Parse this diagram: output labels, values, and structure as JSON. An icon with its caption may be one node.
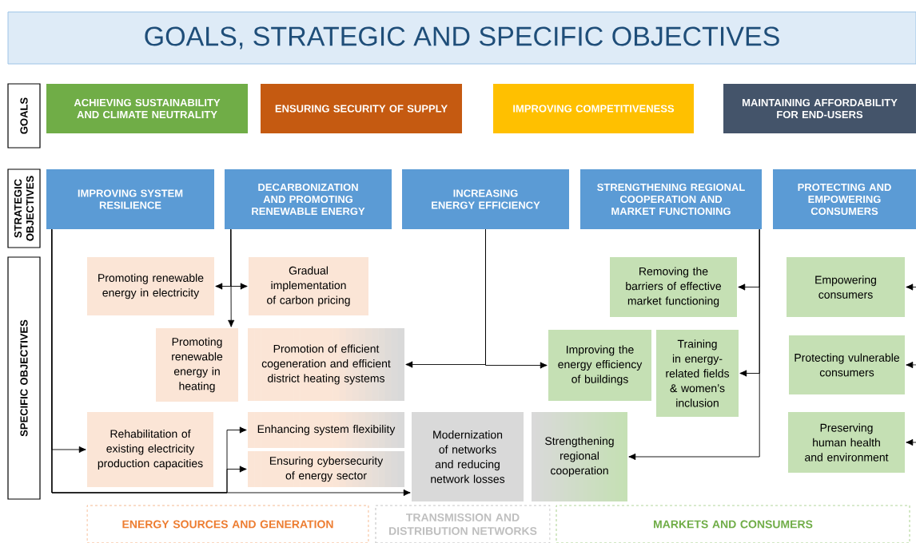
{
  "diagram": {
    "title": "GOALS, STRATEGIC AND SPECIFIC OBJECTIVES",
    "nodes": [
      {
        "text": [
          "GOALS"
        ]
      },
      {
        "text": [
          "ACHIEVING SUSTAINABILITY AND CLIMATE NEUTRALITY"
        ]
      },
      {
        "text": [
          "ENSURING SECURITY OF SUPPLY"
        ]
      },
      {
        "text": [
          "IMPROVING COMPETITIVENESS"
        ]
      },
      {
        "text": [
          "MAINTAINING AFFORDABILITY FOR END-USERS"
        ]
      },
      {
        "text": [
          "STRATEGIC OBJECTIVES"
        ]
      },
      {
        "text": [
          "IMPROVING SYSTEM RESILIENCE"
        ]
      },
      {
        "text": [
          "DECARBONIZATION AND PROMOTING RENEWABLE ENERGY"
        ]
      },
      {
        "text": [
          "INCREASING ENERGY EFFICIENCY"
        ]
      },
      {
        "text": [
          "STRENGTHENING REGIONAL COOPERATION AND MARKET FUNCTIONING"
        ]
      },
      {
        "text": [
          "PROTECTING AND EMPOWERING CONSUMERS"
        ]
      },
      {
        "text": [
          "SPECIFIC OBJECTIVES"
        ]
      },
      {
        "text": [
          "Promoting renewable energy in electricity"
        ]
      },
      {
        "text": [
          "Gradual implementation of carbon pricing"
        ]
      },
      {
        "text": [
          "Promoting renewable energy in heating"
        ]
      },
      {
        "text": [
          "Promotion of efficient cogeneration and efficient district heating systems"
        ]
      },
      {
        "text": [
          "Rehabilitation of existing electricity production capacities"
        ]
      },
      {
        "text": [
          "Enhancing system flexibility"
        ]
      },
      {
        "text": [
          "Ensuring cybersecurity of energy sector"
        ]
      },
      {
        "text": [
          "Modernization of networks and reducing network losses"
        ]
      },
      {
        "text": [
          "Strengthening regional cooperation"
        ]
      },
      {
        "text": [
          "Removing the barriers of effective market functioning"
        ]
      },
      {
        "text": [
          "Improving the energy efficiency of buildings"
        ]
      },
      {
        "text": [
          "Training in energy-related fields & women’s inclusion"
        ]
      },
      {
        "text": [
          "Empowering consumers"
        ]
      },
      {
        "text": [
          "Protecting vulnerable consumers"
        ]
      },
      {
        "text": [
          "Preserving human health and environment"
        ]
      },
      {
        "text": [
          "ENERGY SOURCES AND GENERATION"
        ]
      },
      {
        "text": [
          "TRANSMISSION AND DISTRIBUTION NETWORKS"
        ]
      },
      {
        "text": [
          "MARKETS AND CONSUMERS"
        ]
      }
    ],
    "edges": [
      {
        "from": 6,
        "to": 16,
        "arrow": "to"
      },
      {
        "from": 6,
        "to": 19,
        "arrow": "to"
      },
      {
        "from": 6,
        "to": 17,
        "arrow": "to"
      },
      {
        "from": 6,
        "to": 18,
        "arrow": "to"
      },
      {
        "from": 7,
        "to": 12,
        "arrow": "to"
      },
      {
        "from": 7,
        "to": 13,
        "arrow": "to"
      },
      {
        "from": 7,
        "to": 14,
        "arrow": "to"
      },
      {
        "from": 8,
        "to": 15,
        "arrow": "to"
      },
      {
        "from": 8,
        "to": 22,
        "arrow": "to"
      },
      {
        "from": 9,
        "to": 21,
        "arrow": "to"
      },
      {
        "from": 9,
        "to": 23,
        "arrow": "to"
      },
      {
        "from": 9,
        "to": 20,
        "arrow": "to"
      },
      {
        "from": null,
        "to": 24,
        "arrow": "to"
      },
      {
        "from": null,
        "to": 25,
        "arrow": "to"
      },
      {
        "from": null,
        "to": 26,
        "arrow": "to"
      }
    ]
  }
}
